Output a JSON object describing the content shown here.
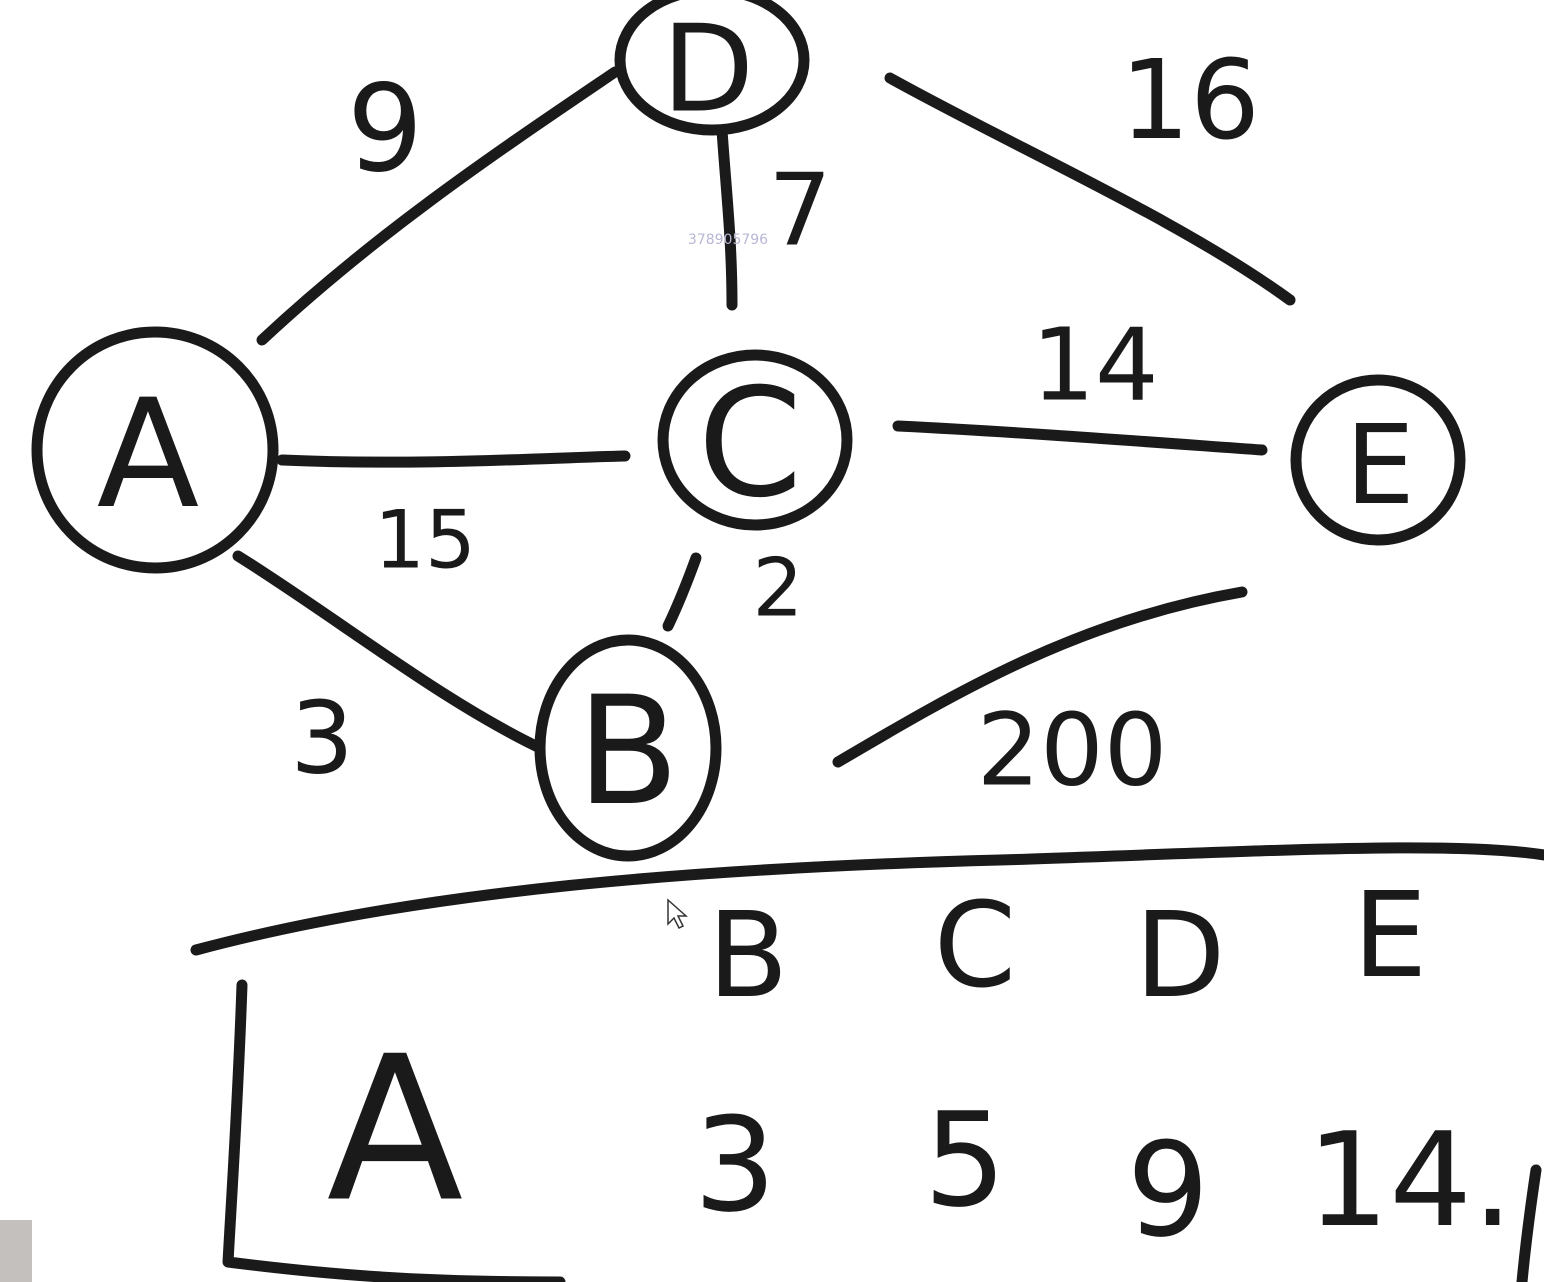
{
  "graph": {
    "nodes": [
      {
        "id": "A",
        "label": "A"
      },
      {
        "id": "B",
        "label": "B"
      },
      {
        "id": "C",
        "label": "C"
      },
      {
        "id": "D",
        "label": "D"
      },
      {
        "id": "E",
        "label": "E"
      }
    ],
    "edges": [
      {
        "from": "A",
        "to": "D",
        "weight": "9"
      },
      {
        "from": "D",
        "to": "C",
        "weight": "7"
      },
      {
        "from": "D",
        "to": "E",
        "weight": "16"
      },
      {
        "from": "A",
        "to": "C",
        "weight": "15"
      },
      {
        "from": "C",
        "to": "E",
        "weight": "14"
      },
      {
        "from": "A",
        "to": "B",
        "weight": "3"
      },
      {
        "from": "C",
        "to": "B",
        "weight": "2"
      },
      {
        "from": "B",
        "to": "E",
        "weight": "200"
      }
    ]
  },
  "table": {
    "headers": [
      "B",
      "C",
      "D",
      "E"
    ],
    "row_label": "A",
    "values": [
      "3",
      "5",
      "9",
      "14."
    ]
  },
  "watermark": "378905796"
}
